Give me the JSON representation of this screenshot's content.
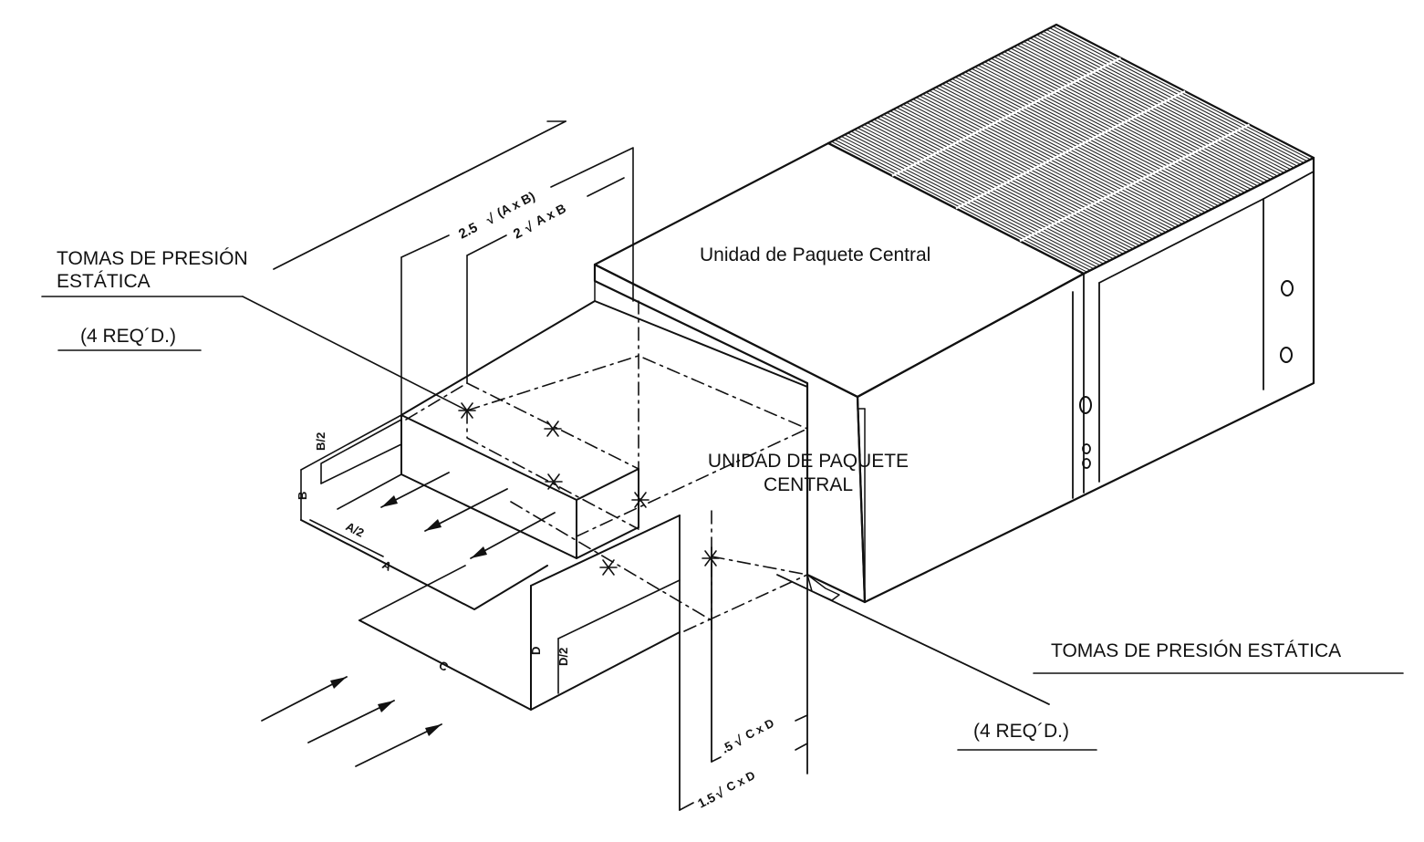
{
  "labels": {
    "top_left_line1": "TOMAS DE PRESIÓN",
    "top_left_line2": "ESTÁTICA",
    "top_left_req": "(4 REQ´D.)",
    "unit_top": "Unidad de Paquete Central",
    "unit_center_line1": "UNIDAD DE PAQUETE",
    "unit_center_line2": "CENTRAL",
    "bottom_right": "TOMAS DE PRESIÓN ESTÁTICA",
    "bottom_right_req": "(4 REQ´D.)"
  },
  "dimensions": {
    "upper_outer_factor": "2.5",
    "upper_outer_expr": "(A x B)",
    "upper_inner_factor": "2",
    "upper_inner_expr": "A x B",
    "lower_inner_factor": ".5",
    "lower_inner_expr": "C x D",
    "lower_outer_factor": "1.5",
    "lower_outer_expr": "C x D",
    "b_half": "B/2",
    "b": "B",
    "a_half": "A/2",
    "a": "A",
    "c": "C",
    "d": "D",
    "d_half": "D/2"
  }
}
